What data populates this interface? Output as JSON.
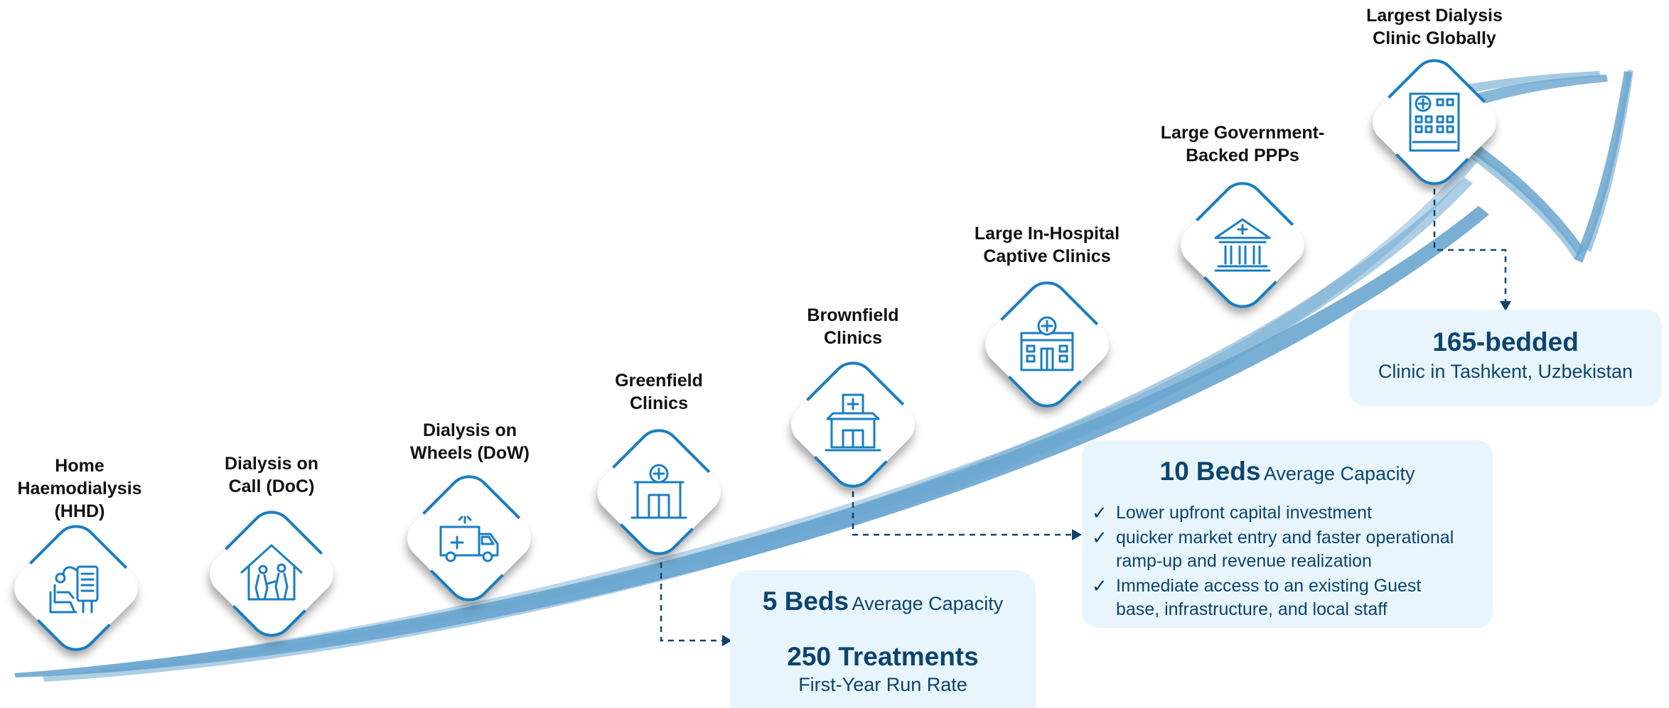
{
  "colors": {
    "accent": "#1a7ec2",
    "swoosh": "#6aa6cf",
    "box_fill": "#e8f5fc",
    "heading_text": "#0c4470",
    "label_text": "#111111"
  },
  "stages": [
    {
      "label_line1": "Home",
      "label_line2": "Haemodialysis",
      "label_line3": "(HHD)",
      "icon": "patient-dialysis-machine-icon"
    },
    {
      "label_line1": "Dialysis on",
      "label_line2": "Call (DoC)",
      "icon": "house-care-icon"
    },
    {
      "label_line1": "Dialysis on",
      "label_line2": "Wheels (DoW)",
      "icon": "ambulance-icon"
    },
    {
      "label_line1": "Greenfield",
      "label_line2": "Clinics",
      "icon": "clinic-storefront-icon"
    },
    {
      "label_line1": "Brownfield",
      "label_line2": "Clinics",
      "icon": "clinic-sign-building-icon"
    },
    {
      "label_line1": "Large In-Hospital",
      "label_line2": "Captive Clinics",
      "icon": "hospital-building-icon"
    },
    {
      "label_line1": "Large Government-",
      "label_line2": "Backed PPPs",
      "icon": "government-building-icon"
    },
    {
      "label_line1": "Largest Dialysis",
      "label_line2": "Clinic Globally",
      "icon": "tall-hospital-icon"
    }
  ],
  "boxes": {
    "greenfield": {
      "beds_number": "5 Beds",
      "beds_suffix": "Average Capacity",
      "treatments": "250 Treatments",
      "run_rate": "First-Year Run Rate"
    },
    "brownfield": {
      "beds_number": "10 Beds",
      "beds_suffix": "Average Capacity",
      "bullets": [
        {
          "line1": "Lower upfront capital investment"
        },
        {
          "line1": "quicker market entry and faster operational",
          "line2": "ramp-up and revenue realization"
        },
        {
          "line1": "Immediate access to an existing Guest",
          "line2": "base, infrastructure, and local staff"
        }
      ]
    },
    "tashkent": {
      "headline": "165-bedded",
      "subline": "Clinic in Tashkent, Uzbekistan"
    }
  }
}
